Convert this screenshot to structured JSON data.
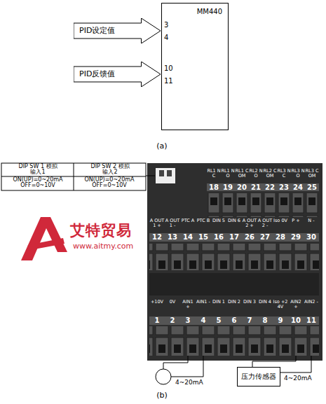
{
  "diagram": {
    "nodes": [
      {
        "text": [
          "PID设定值"
        ]
      },
      {
        "text": [
          "PID反馈值"
        ]
      },
      {
        "text": [
          "MM440"
        ]
      },
      {
        "text": [
          "压力传感器"
        ]
      }
    ],
    "labels": [
      "3",
      "4",
      "10",
      "11",
      "(a)",
      "DIP SW 1 模拟输入1",
      "DIP SW 2 模拟输入2",
      "ON(UP)=0~20mA OFF=0~10V",
      "ON(UP)=0~20mA OFF=0~10V",
      "RL1 NC",
      "RL1 NO",
      "RL1 COM",
      "RL2 NO",
      "RL2 COM",
      "RL3 NC",
      "RL3 NO",
      "RL3 COM",
      "18",
      "19",
      "20",
      "21",
      "22",
      "23",
      "24",
      "25",
      "A OUT1 +",
      "A OUT1 -",
      "PTC A",
      "PTC B",
      "DIN 5",
      "DIN 6",
      "A OUT2 +",
      "A OUT2 -",
      "Iso 0V",
      "P +",
      "N -",
      "12",
      "13",
      "14",
      "15",
      "16",
      "17",
      "26",
      "27",
      "28",
      "29",
      "30",
      "+10V",
      "0V",
      "AIN1 +",
      "AIN1 -",
      "DIN 1",
      "DIN 2",
      "DIN 3",
      "DIN 4",
      "Iso +24V",
      "AIN2 +",
      "AIN2 -",
      "1",
      "2",
      "3",
      "4",
      "5",
      "6",
      "7",
      "8",
      "9",
      "10",
      "11",
      "4~20mA",
      "4~20mA",
      "(b)",
      "艾特贸易",
      "www.aitmy.com"
    ]
  }
}
